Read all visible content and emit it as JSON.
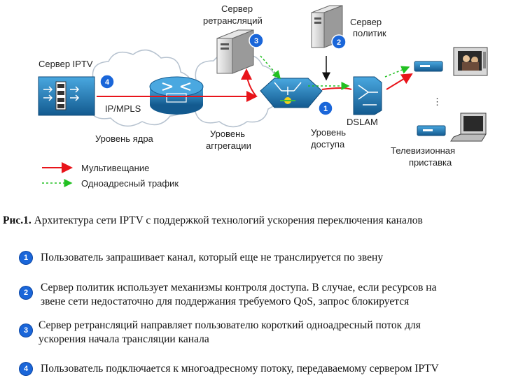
{
  "diagram": {
    "labels": {
      "iptv_server": "Сервер IPTV",
      "relay_server_1": "Сервер",
      "relay_server_2": "ретрансляций",
      "policy_server_1": "Сервер",
      "policy_server_2": "политик",
      "ip_mpls": "IP/MPLS",
      "core_level": "Уровень ядра",
      "aggregation_level_1": "Уровень",
      "aggregation_level_2": "аггрегации",
      "access_level_1": "Уровень",
      "access_level_2": "доступа",
      "dslam": "DSLAM",
      "stb_1": "Телевизионная",
      "stb_2": "приставка",
      "ellipsis": "⋮"
    },
    "badges": {
      "b1": "1",
      "b2": "2",
      "b3": "3",
      "b4": "4"
    },
    "legend": {
      "multicast": "Мультивещание",
      "unicast": "Одноадресный трафик"
    },
    "colors": {
      "multicast": "#e8141a",
      "unicast": "#22c022",
      "badge": "#1a66d9",
      "device": "#1d6fa8"
    }
  },
  "caption": {
    "prefix": "Рис.1.",
    "text": " Архитектура сети IPTV с поддержкой технологий ускорения переключения каналов"
  },
  "steps": [
    {
      "num": "1",
      "line1": "Пользователь запрашивает канал, который еще не транслируется по звену",
      "line2": ""
    },
    {
      "num": "2",
      "line1": "Сервер политик использует механизмы контроля доступа. В случае, если ресурсов на",
      "line2": "звене сети недостаточно для поддержания требуемого QoS, запрос блокируется"
    },
    {
      "num": "3",
      "line1": "Сервер ретрансляций направляет пользователю короткий одноадресный поток для",
      "line2": "ускорения начала трансляции канала"
    },
    {
      "num": "4",
      "line1": "Пользователь подключается к многоадресному потоку, передаваемому сервером IPTV",
      "line2": ""
    }
  ]
}
